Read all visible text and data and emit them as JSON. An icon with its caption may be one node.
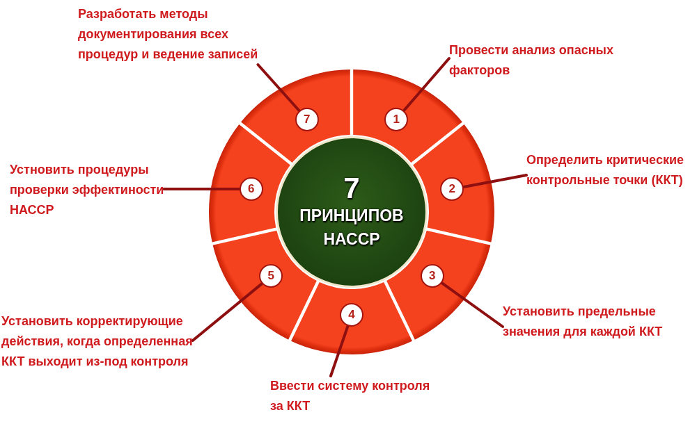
{
  "diagram": {
    "nodes": [
      {
        "text": [
          "7",
          "ПРИНЦИПОВ НАССР"
        ]
      },
      {
        "text": [
          "1"
        ]
      },
      {
        "text": [
          "2"
        ]
      },
      {
        "text": [
          "3"
        ]
      },
      {
        "text": [
          "4"
        ]
      },
      {
        "text": [
          "5"
        ]
      },
      {
        "text": [
          "6"
        ]
      },
      {
        "text": [
          "7"
        ]
      },
      {
        "text": [
          "Провести анализ опасных факторов"
        ]
      },
      {
        "text": [
          "Определить критические контрольные точки (ККТ)"
        ]
      },
      {
        "text": [
          "Установить предельные значения для каждой ККТ"
        ]
      },
      {
        "text": [
          "Ввести систему контроля за ККТ"
        ]
      },
      {
        "text": [
          "Установить корректирующие действия, когда определенная ККТ выходит из-под контроля"
        ]
      },
      {
        "text": [
          "Устновить процедуры проверки эффектиности НАССР"
        ]
      },
      {
        "text": [
          "Разработать методы документирования всех процедур и ведение записей"
        ]
      }
    ],
    "edges": [
      {
        "from": 8,
        "to": 1,
        "arrow": "none"
      },
      {
        "from": 9,
        "to": 2,
        "arrow": "none"
      },
      {
        "from": 10,
        "to": 3,
        "arrow": "none"
      },
      {
        "from": 11,
        "to": 4,
        "arrow": "none"
      },
      {
        "from": 12,
        "to": 5,
        "arrow": "none"
      },
      {
        "from": 13,
        "to": 6,
        "arrow": "none"
      },
      {
        "from": 14,
        "to": 7,
        "arrow": "none"
      }
    ]
  }
}
